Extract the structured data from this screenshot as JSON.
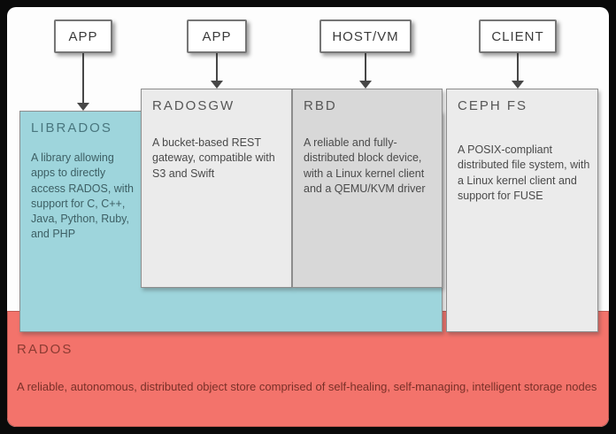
{
  "diagram": {
    "top_boxes": [
      {
        "label": "APP"
      },
      {
        "label": "APP"
      },
      {
        "label": "HOST/VM"
      },
      {
        "label": "CLIENT"
      }
    ],
    "layers": {
      "librados": {
        "title": "LIBRADOS",
        "description": "A library allowing apps to directly access RADOS, with support for C, C++, Java, Python, Ruby, and PHP",
        "color": "#9ed5dc"
      },
      "radosgw": {
        "title": "RADOSGW",
        "description": "A bucket-based REST gateway, compatible with S3 and Swift",
        "color": "#ebebeb"
      },
      "rbd": {
        "title": "RBD",
        "description": "A reliable and fully-distributed block device, with a Linux kernel client and a QEMU/KVM driver",
        "color": "#d8d8d8"
      },
      "cephfs": {
        "title": "CEPH FS",
        "description": "A POSIX-compliant distributed file system, with a Linux kernel client and support for FUSE",
        "color": "#ebebeb"
      },
      "rados": {
        "title": "RADOS",
        "description": "A reliable, autonomous, distributed object store comprised of self-healing, self-managing, intelligent storage nodes",
        "color": "#f3736b"
      }
    }
  }
}
